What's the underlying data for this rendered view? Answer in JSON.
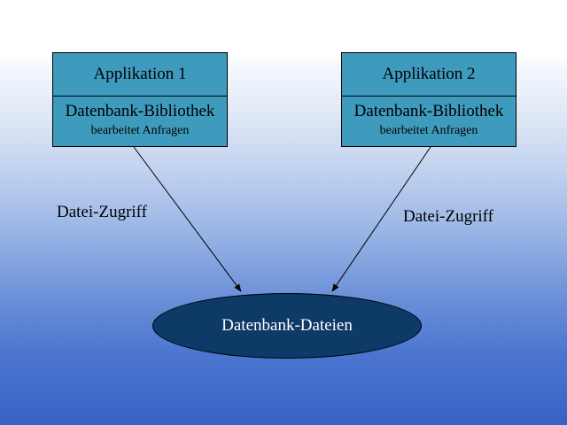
{
  "nodes": {
    "app1": {
      "title": "Applikation 1",
      "library": "Datenbank-Bibliothek",
      "library_note": "bearbeitet Anfragen"
    },
    "app2": {
      "title": "Applikation 2",
      "library": "Datenbank-Bibliothek",
      "library_note": "bearbeitet Anfragen"
    },
    "database": {
      "label": "Datenbank-Dateien"
    }
  },
  "edges": [
    {
      "from": "app1",
      "to": "database",
      "label": "Datei-Zugriff"
    },
    {
      "from": "app2",
      "to": "database",
      "label": "Datei-Zugriff"
    }
  ],
  "colors": {
    "app_box_fill": "#3e9bbd",
    "database_fill": "#0d3a66",
    "background_top": "#ffffff",
    "background_bottom": "#3762c6"
  }
}
